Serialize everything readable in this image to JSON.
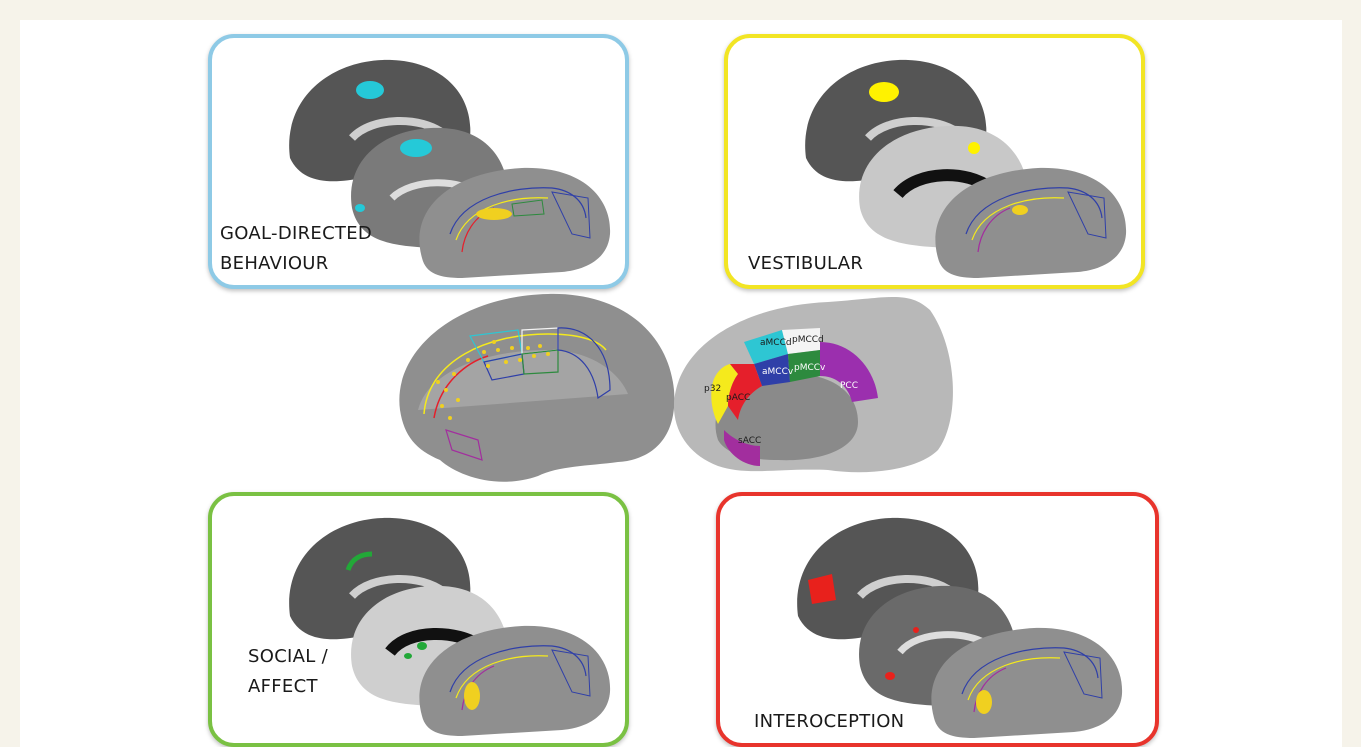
{
  "panels": {
    "goal": {
      "line1": "GOAL-DIRECTED",
      "line2": "BEHAVIOUR",
      "border": "#8ecae6",
      "blob": "#25c9d8"
    },
    "vestibular": {
      "line1": "VESTIBULAR",
      "border": "#f2e524",
      "blob": "#fff200"
    },
    "social": {
      "line1": "SOCIAL /",
      "line2": "AFFECT",
      "border": "#7ac143",
      "blob": "#22a838"
    },
    "interoception": {
      "line1": "INTEROCEPTION",
      "border": "#e8342c",
      "blob": "#e8211c"
    }
  },
  "regions": {
    "aMCCd": {
      "label": "aMCCd",
      "color": "#2ec6d3"
    },
    "pMCCd": {
      "label": "pMCCd",
      "color": "#f4f4f4"
    },
    "aMCCv": {
      "label": "aMCCv",
      "color": "#2f3fa8"
    },
    "pMCCv": {
      "label": "pMCCv",
      "color": "#2d8a3e"
    },
    "PCC": {
      "label": "PCC",
      "color": "#9b2fae"
    },
    "p32": {
      "label": "p32",
      "color": "#f5ea1c"
    },
    "pACC": {
      "label": "pACC",
      "color": "#e51f2b"
    },
    "sACC": {
      "label": "sACC",
      "color": "#a22e9e"
    }
  },
  "colors": {
    "brain_dark": "#4a4a4a",
    "brain_mid": "#8a8a8a",
    "brain_light": "#bdbdbd",
    "brain_cortex": "#909090",
    "highlight_dots": "#f0d020"
  }
}
